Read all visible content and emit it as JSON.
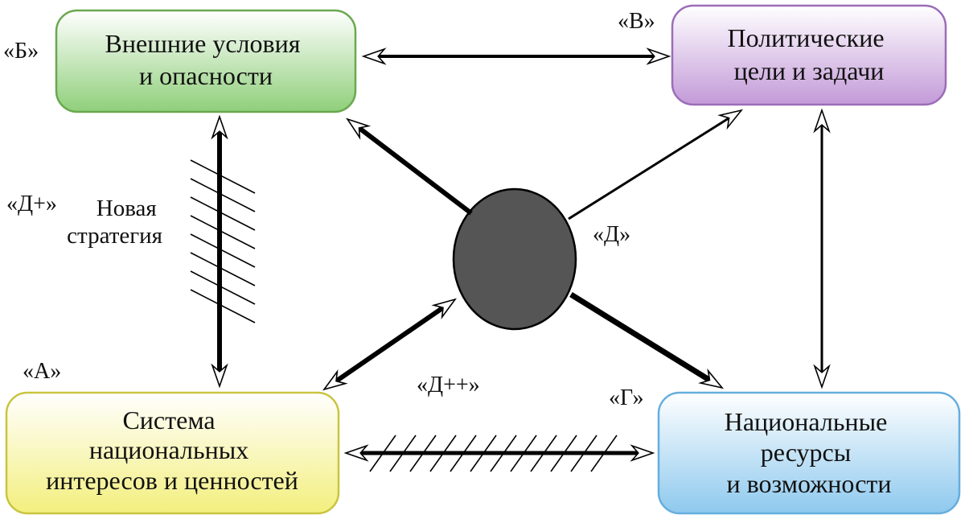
{
  "boxes": {
    "b": {
      "lines": [
        "Внешние условия",
        "и опасности"
      ],
      "fill": "#8fcf7a",
      "stroke": "#6aa84f"
    },
    "v": {
      "lines": [
        "Политические",
        "цели и задачи"
      ],
      "fill": "#c39ad8",
      "stroke": "#9b6db8"
    },
    "a": {
      "lines": [
        "Система",
        "национальных",
        "интересов и ценностей"
      ],
      "fill": "#f3ef7e",
      "stroke": "#c9c440"
    },
    "g": {
      "lines": [
        "Национальные",
        "ресурсы",
        "и возможности"
      ],
      "fill": "#8ec9ee",
      "stroke": "#66aede"
    }
  },
  "labels": {
    "b": "«Б»",
    "v": "«В»",
    "a": "«А»",
    "g": "«Г»",
    "d": "«Д»",
    "d_plus": "«Д+»",
    "d_plusplus": "«Д++»",
    "new_strategy": [
      "Новая",
      "стратегия"
    ]
  },
  "colors": {
    "arrow": "#000000",
    "center_light": "#ffffff",
    "center_dark": "#555555"
  }
}
